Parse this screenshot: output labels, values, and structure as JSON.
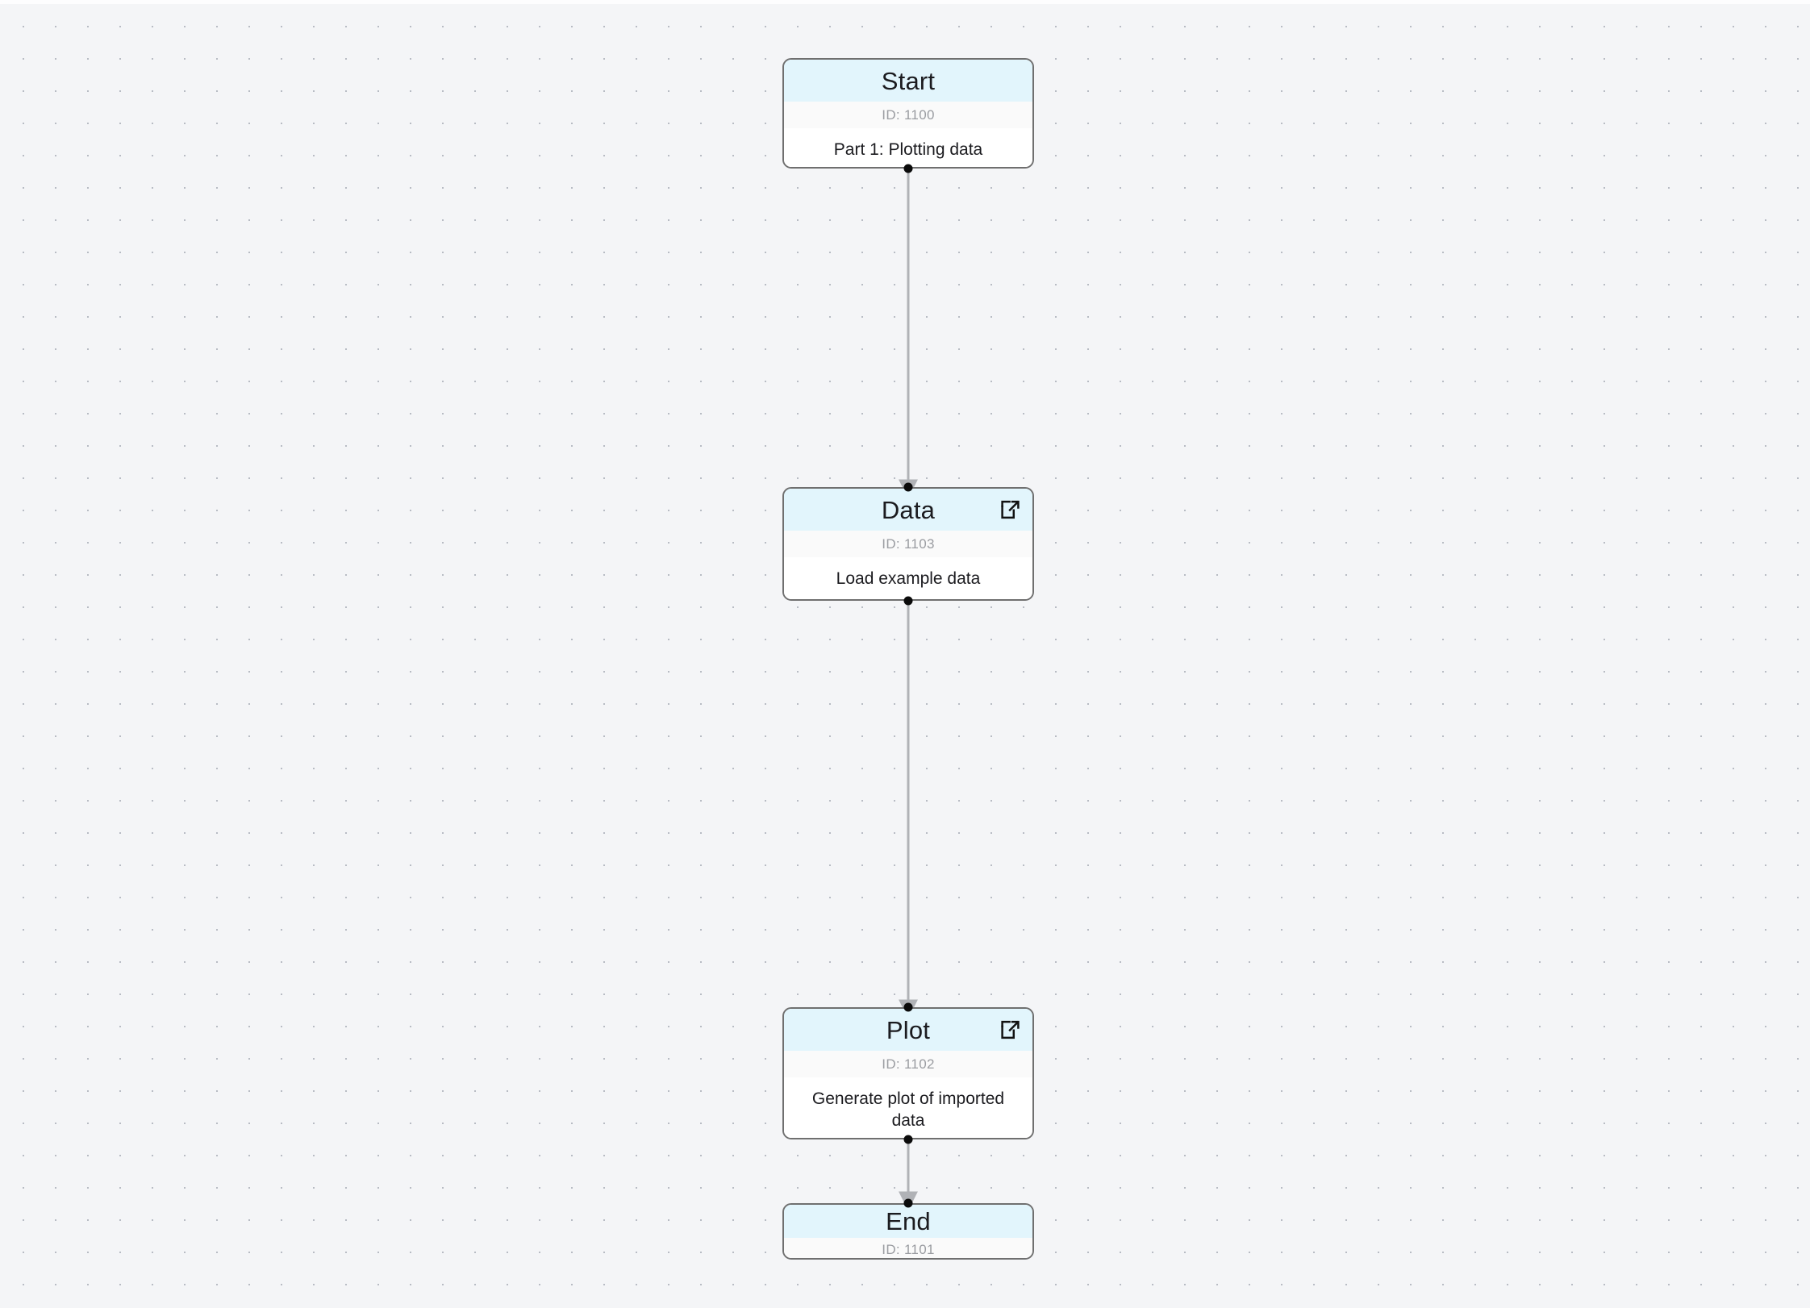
{
  "canvas": {
    "background_color": "#f4f5f7",
    "dot_color": "#b8bcc4",
    "grid_spacing": 40
  },
  "theme": {
    "node_border": "#6f6f6f",
    "node_header_bg": "#e2f5fc",
    "node_idbar_bg": "#fafafa",
    "node_body_bg": "#ffffff",
    "id_text_color": "#9a9ca1",
    "edge_color": "#b0b2b6",
    "handle_color": "#0b0b0b"
  },
  "nodes": [
    {
      "key": "start",
      "title": "Start",
      "id_label": "ID: 1100",
      "description": "Part 1: Plotting data",
      "has_open_icon": false,
      "has_body": true,
      "open_icon_name": "external-link-icon"
    },
    {
      "key": "data",
      "title": "Data",
      "id_label": "ID: 1103",
      "description": "Load example data",
      "has_open_icon": true,
      "has_body": true,
      "open_icon_name": "external-link-icon"
    },
    {
      "key": "plot",
      "title": "Plot",
      "id_label": "ID: 1102",
      "description": "Generate plot of imported data",
      "has_open_icon": true,
      "has_body": true,
      "open_icon_name": "external-link-icon"
    },
    {
      "key": "end",
      "title": "End",
      "id_label": "ID: 1101",
      "description": "",
      "has_open_icon": false,
      "has_body": false,
      "open_icon_name": "external-link-icon"
    }
  ],
  "edges": [
    {
      "key": "start-to-data",
      "from": "start",
      "to": "data"
    },
    {
      "key": "data-to-plot",
      "from": "data",
      "to": "plot"
    },
    {
      "key": "plot-to-end",
      "from": "plot",
      "to": "end"
    }
  ]
}
